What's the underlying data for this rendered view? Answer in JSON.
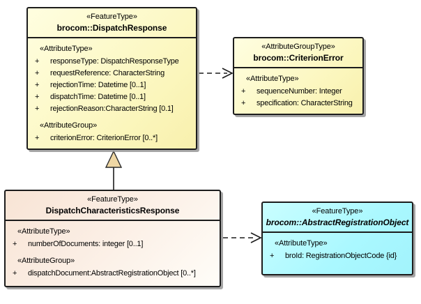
{
  "classes": [
    {
      "stereotype": "«FeatureType»",
      "name": "brocom::DispatchResponse",
      "rows": [
        {
          "kind": "heading",
          "text": "«AttributeType»"
        },
        {
          "kind": "attr",
          "vis": "+",
          "text": "responseType: DispatchResponseType"
        },
        {
          "kind": "attr",
          "vis": "+",
          "text": "requestReference: CharacterString"
        },
        {
          "kind": "attr",
          "vis": "+",
          "text": "rejectionTime: Datetime [0..1]"
        },
        {
          "kind": "attr",
          "vis": "+",
          "text": "dispatchTime: Datetime [0..1]"
        },
        {
          "kind": "attr",
          "vis": "+",
          "text": "rejectionReason:CharacterString [0.1]"
        },
        {
          "kind": "heading",
          "text": "«AttributeGroup»"
        },
        {
          "kind": "attr",
          "vis": "+",
          "text": "criterionError: CriterionError [0..*]"
        }
      ]
    },
    {
      "stereotype": "«AttributeGroupType»",
      "name": "brocom::CriterionError",
      "rows": [
        {
          "kind": "heading",
          "text": "«AttributeType»"
        },
        {
          "kind": "attr",
          "vis": "+",
          "text": "sequenceNumber: Integer"
        },
        {
          "kind": "attr",
          "vis": "+",
          "text": "specification: CharacterString"
        }
      ]
    },
    {
      "stereotype": "«FeatureType»",
      "name": "DispatchCharacteristicsResponse",
      "rows": [
        {
          "kind": "heading",
          "text": "«AttributeType»"
        },
        {
          "kind": "attr",
          "vis": "+",
          "text": "numberOfDocuments: integer [0..1]"
        },
        {
          "kind": "heading",
          "text": "«AttributeGroup»"
        },
        {
          "kind": "attr",
          "vis": "+",
          "text": "dispatchDocument:AbstractRegistrationObject [0..*]"
        }
      ]
    },
    {
      "stereotype": "«FeatureType»",
      "name": "brocom::AbstractRegistrationObject",
      "rows": [
        {
          "kind": "heading",
          "text": "«AttributeType»"
        },
        {
          "kind": "attr",
          "vis": "+",
          "text": "broId: RegistrationObjectCode {id}"
        }
      ]
    }
  ],
  "relationships": [
    {
      "type": "dependency",
      "from": "brocom::DispatchResponse",
      "to": "brocom::CriterionError",
      "style": "dashed-open-arrow"
    },
    {
      "type": "generalization",
      "from": "DispatchCharacteristicsResponse",
      "to": "brocom::DispatchResponse",
      "style": "solid-triangle-arrow"
    },
    {
      "type": "dependency",
      "from": "DispatchCharacteristicsResponse",
      "to": "brocom::AbstractRegistrationObject",
      "style": "dashed-open-arrow"
    }
  ],
  "colors": {
    "class_fill_yellow": "#fbf6bc",
    "class_fill_peach": "#f8e4d5",
    "class_fill_cyan": "#aaf8ff",
    "border": "#1c1c1c",
    "shadow": "#969696",
    "generalization_arrow_fill": "#efd7a4"
  }
}
